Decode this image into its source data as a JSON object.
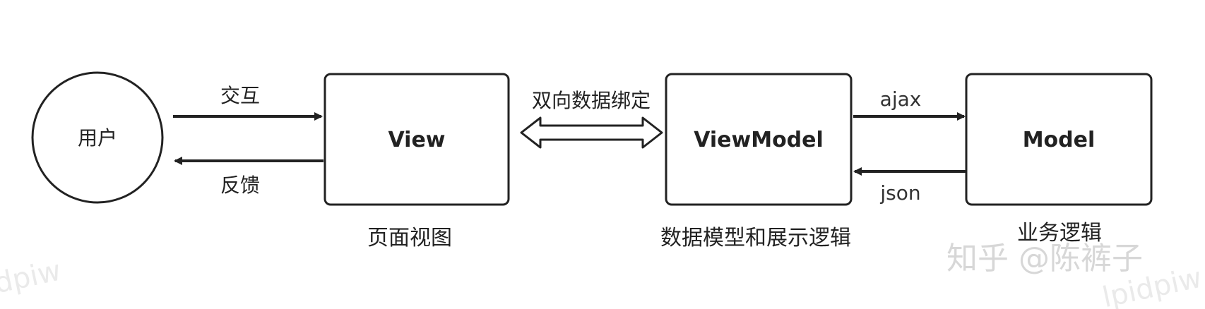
{
  "nodes": {
    "user": "用户",
    "view": "View",
    "viewmodel": "ViewModel",
    "model": "Model"
  },
  "edges": {
    "interact": "交互",
    "feedback": "反馈",
    "binding": "双向数据绑定",
    "ajax": "ajax",
    "json": "json"
  },
  "captions": {
    "view": "页面视图",
    "viewmodel": "数据模型和展示逻辑",
    "model": "业务逻辑"
  },
  "watermarks": {
    "main": "知乎 @陈裤子",
    "faint_left": "dpiw",
    "faint_right": "lpidpiw"
  }
}
